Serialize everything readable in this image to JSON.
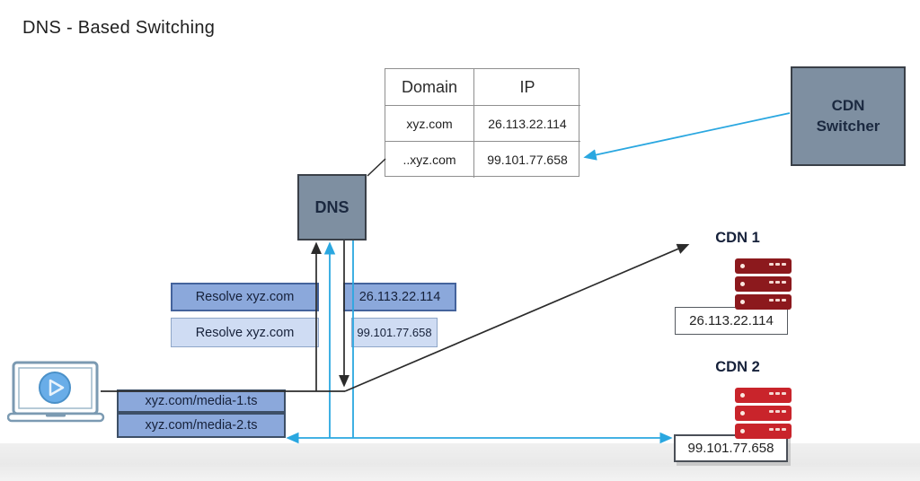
{
  "title": "DNS - Based Switching",
  "dns_table": {
    "headers": [
      "Domain",
      "IP"
    ],
    "rows": [
      {
        "domain": "xyz.com",
        "ip": "26.113.22.114"
      },
      {
        "domain": "..xyz.com",
        "ip": "99.101.77.658"
      }
    ]
  },
  "dns_box": {
    "label": "DNS"
  },
  "cdn_switcher": {
    "line1": "CDN",
    "line2": "Switcher"
  },
  "flows": {
    "resolve_request_1": "Resolve xyz.com",
    "resolve_request_2": "Resolve xyz.com",
    "resolve_response_1": "26.113.22.114",
    "resolve_response_2": "99.101.77.658"
  },
  "media": {
    "request_1": "xyz.com/media-1.ts",
    "request_2": "xyz.com/media-2.ts"
  },
  "cdn1": {
    "label": "CDN 1",
    "ip": "26.113.22.114"
  },
  "cdn2": {
    "label": "CDN 2",
    "ip": "99.101.77.658"
  },
  "icons": {
    "client": "laptop-with-play-icon",
    "cdn1_servers": "server-stack-icon",
    "cdn2_servers": "server-stack-icon"
  },
  "colors": {
    "node_fill": "#7e8fa1",
    "node_border": "#3a4048",
    "request_dark_fill": "#8ba8db",
    "request_light_fill": "#cfdcf3",
    "arrow_blue": "#2aa7e0",
    "arrow_black": "#2b2b2b",
    "server_red_dark": "#8c191d",
    "server_red_bright": "#c9242b"
  }
}
